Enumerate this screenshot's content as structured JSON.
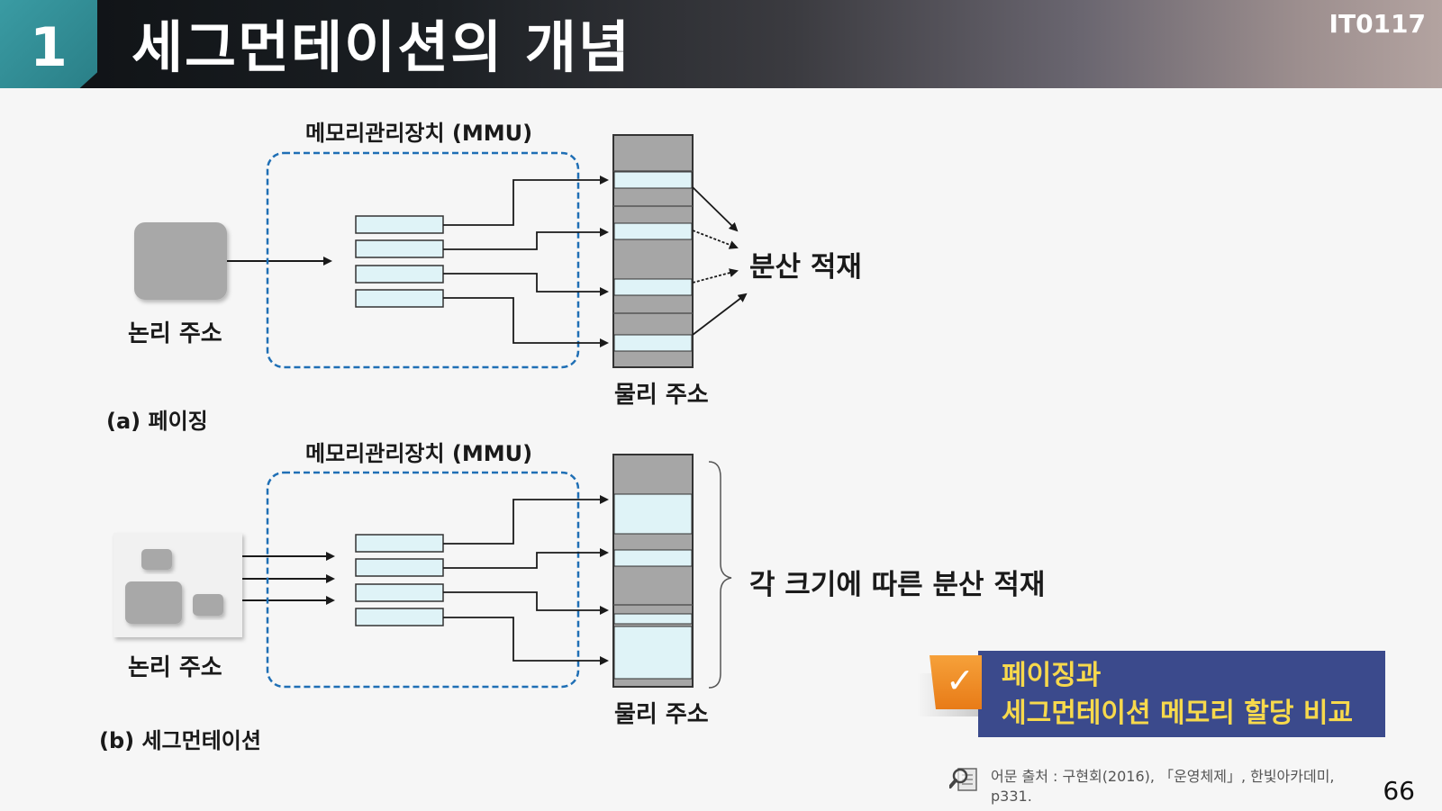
{
  "header": {
    "section_number": "1",
    "title": "세그먼테이션의 개념",
    "course_code": "IT0117"
  },
  "paging": {
    "mmu_label": "메모리관리장치 (MMU)",
    "logical_label": "논리 주소",
    "physical_label": "물리 주소",
    "scatter_label": "분산 적재",
    "caption": "(a) 페이징"
  },
  "segmentation": {
    "mmu_label": "메모리관리장치 (MMU)",
    "logical_label": "논리 주소",
    "physical_label": "물리 주소",
    "scatter_label": "각 크기에 따른 분산 적재",
    "caption": "(b) 세그먼테이션"
  },
  "callout": {
    "line1": "페이징과",
    "line2": "세그먼테이션 메모리 할당 비교"
  },
  "source": {
    "line1": "어문 출처 : 구현회(2016), 「운영체제」, 한빛아카데미,",
    "line2": "p331."
  },
  "page_number": "66",
  "colors": {
    "accent_teal": "#2f8f97",
    "mmu_border": "#1f6fb5",
    "page_cell": "#dff3f7",
    "memory_gray": "#a6a6a6",
    "callout_bg": "#3b4a8c",
    "callout_text": "#f7d94c",
    "ribbon": "#f08a23"
  },
  "icons": {
    "check": "check-icon",
    "source": "magnifier-document-icon"
  }
}
